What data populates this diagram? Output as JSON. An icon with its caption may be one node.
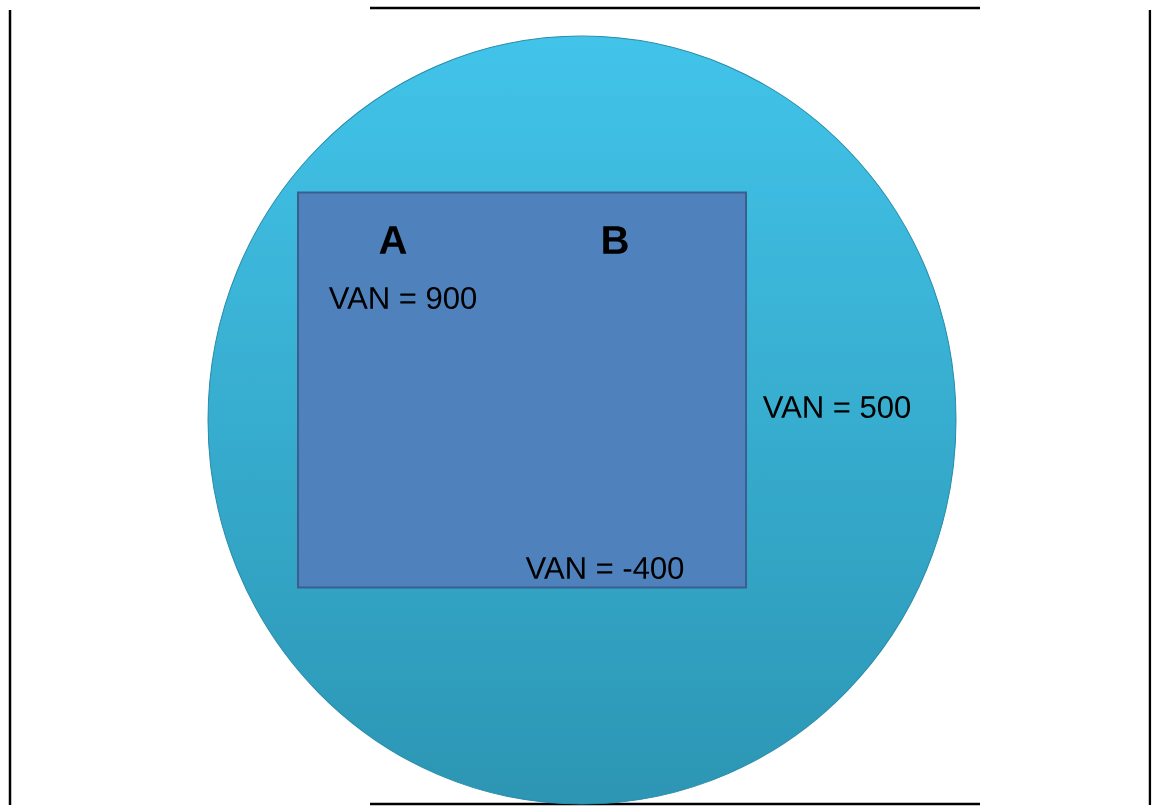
{
  "diagram": {
    "nodes": [
      {
        "text": [
          "VAN = 500"
        ]
      },
      {
        "text": [
          "A",
          "B",
          "VAN = 900",
          "VAN = -400"
        ],
        "in": 0
      }
    ]
  }
}
